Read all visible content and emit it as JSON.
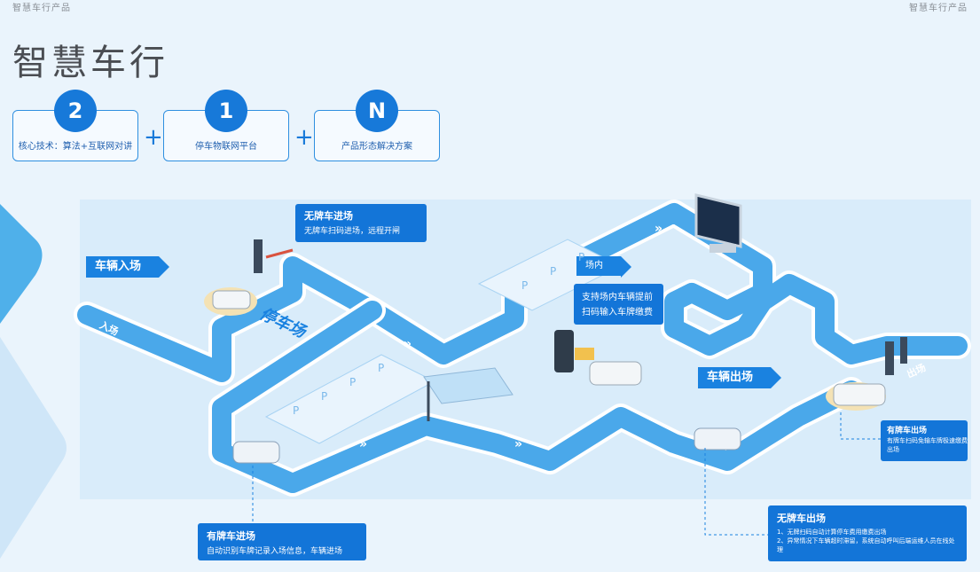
{
  "header": {
    "left": "智慧车行产品",
    "right": "智慧车行产品"
  },
  "title": "智慧车行",
  "pillars": [
    {
      "num": "2",
      "label": "核心技术：算法+互联网对讲"
    },
    {
      "num": "1",
      "label": "停车物联网平台"
    },
    {
      "num": "N",
      "label": "产品形态解决方案"
    }
  ],
  "plus": "+",
  "map": {
    "entry_tag": "车辆入场",
    "exit_tag": "车辆出场",
    "inside_tag": "场内",
    "parking_label": "停车场",
    "entry_road": "入场",
    "exit_road": "出场",
    "slot_label": "P"
  },
  "callouts": {
    "no_plate_in": {
      "title": "无牌车进场",
      "text": "无牌车扫码进场，远程开闸"
    },
    "inside_pay": {
      "title": "支持场内车辆提前",
      "text": "扫码输入车牌缴费"
    },
    "plate_out": {
      "title": "有牌车出场",
      "text": "有牌车扫码免输车牌极速缴费出场"
    },
    "plate_in": {
      "title": "有牌车进场",
      "text": "自动识别车牌记录入场信息，车辆进场"
    },
    "no_plate_out": {
      "title": "无牌车出场",
      "line1": "1、无牌扫码自动计算停车费用缴费出场",
      "line2": "2、异常情况下车辆超时滞留，系统自动呼叫后端运维人员在线处理"
    }
  },
  "colors": {
    "accent": "#1779d9",
    "road": "#4aa8ea",
    "road_edge": "#ffffff",
    "bg": "#eaf4fc"
  }
}
